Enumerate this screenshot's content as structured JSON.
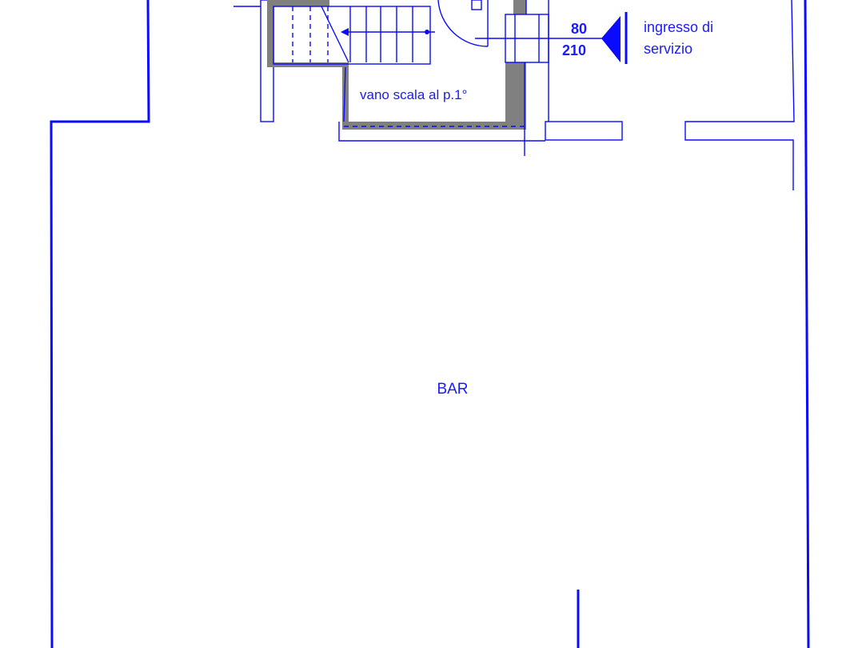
{
  "labels": {
    "stairwell": "vano scala al p.1°",
    "entrance_line1": "ingresso di",
    "entrance_line2": "servizio",
    "door_width": "80",
    "door_height": "210",
    "room": "BAR"
  },
  "colors": {
    "lines": "#0a0aff",
    "text": "#1a1aff",
    "wall_fill": "#808080"
  }
}
